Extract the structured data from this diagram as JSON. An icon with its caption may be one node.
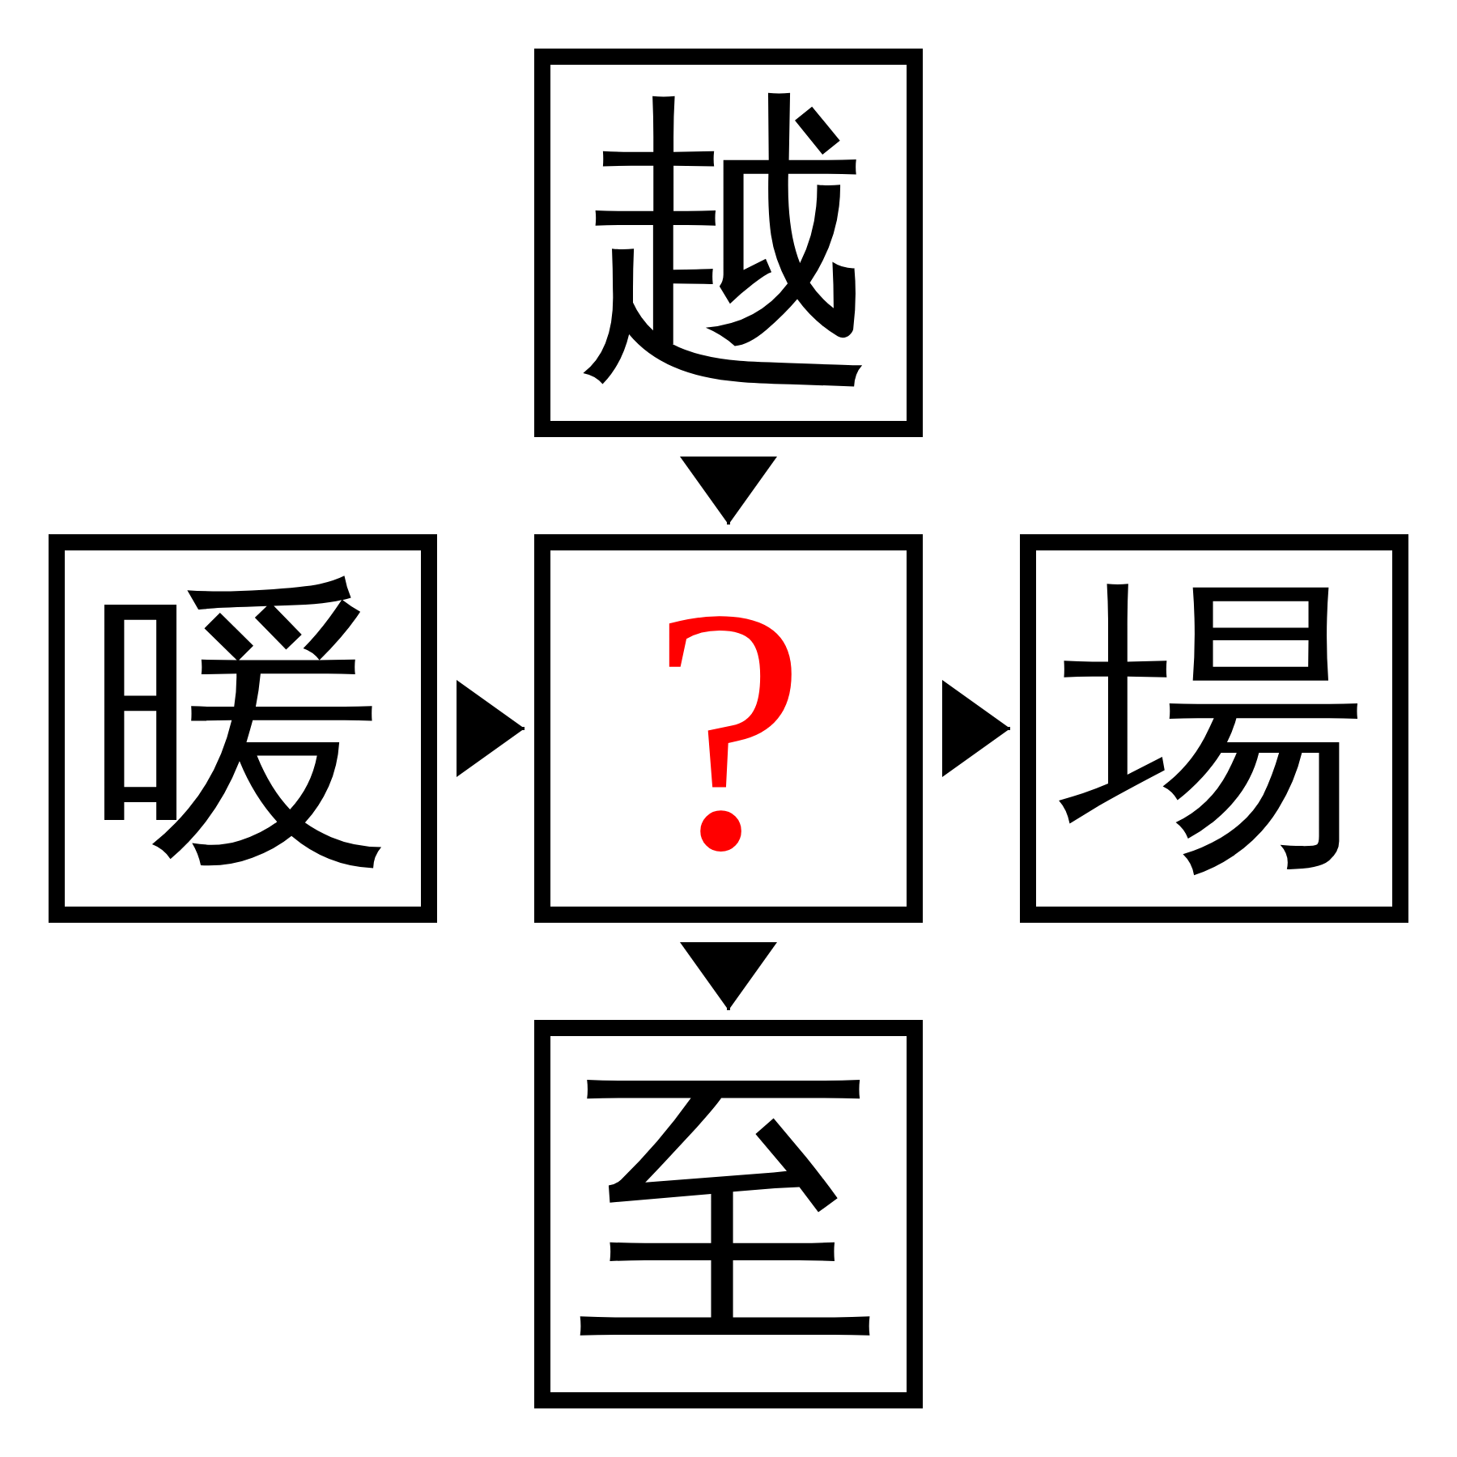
{
  "diagram": {
    "nodes": [
      {
        "text": [
          "越"
        ]
      },
      {
        "text": [
          "暖"
        ]
      },
      {
        "text": [
          "?"
        ]
      },
      {
        "text": [
          "場"
        ]
      },
      {
        "text": [
          "至"
        ]
      }
    ],
    "edges": [
      {
        "from": 0,
        "to": 2,
        "arrow": "to"
      },
      {
        "from": 1,
        "to": 2,
        "arrow": "to"
      },
      {
        "from": 2,
        "to": 3,
        "arrow": "to"
      },
      {
        "from": 2,
        "to": 4,
        "arrow": "to"
      }
    ]
  }
}
